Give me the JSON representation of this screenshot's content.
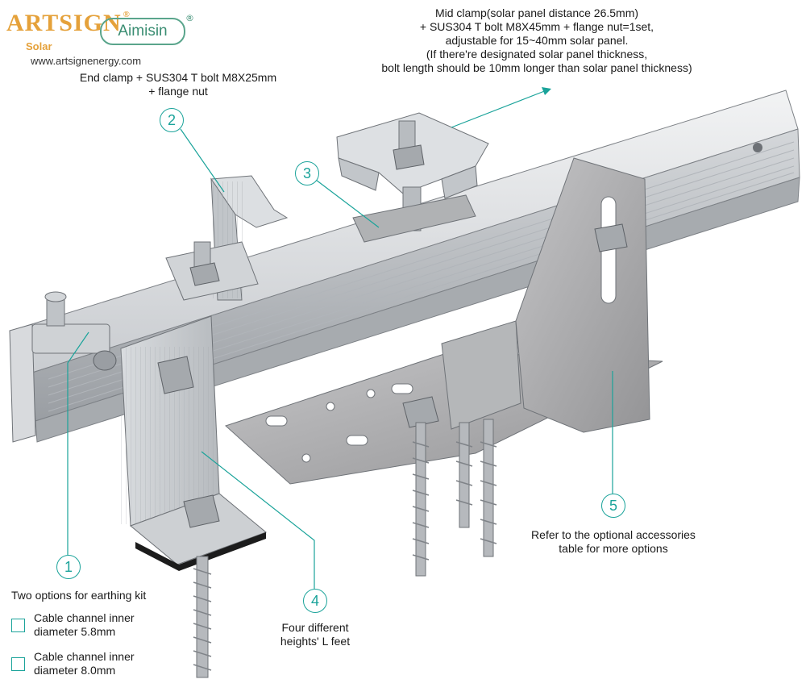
{
  "brand": {
    "artsign_logo": "ARTSIGN",
    "artsign_sub": "Solar",
    "aimisin_logo": "Aimisin",
    "registered_mark": "®",
    "website": "www.artsignenergy.com"
  },
  "callouts": {
    "c1": {
      "number": "1",
      "title": "Two options for earthing kit",
      "options": [
        {
          "line1": "Cable channel inner",
          "line2": "diameter 5.8mm"
        },
        {
          "line1": "Cable channel inner",
          "line2": "diameter 8.0mm"
        }
      ]
    },
    "c2": {
      "number": "2",
      "line1": "End clamp + SUS304 T bolt M8X25mm",
      "line2": "+ flange nut"
    },
    "c3": {
      "number": "3"
    },
    "c4": {
      "number": "4",
      "line1": "Four different",
      "line2": "heights' L feet"
    },
    "c5": {
      "number": "5",
      "line1": "Refer to the optional accessories",
      "line2": "table for more options"
    },
    "mid": {
      "line1": "Mid clamp(solar panel distance 26.5mm)",
      "line2": "+ SUS304 T bolt M8X45mm + flange nut=1set,",
      "line3": "adjustable for 15~40mm solar panel.",
      "line4": "(If there're designated solar panel thickness,",
      "line5": "bolt length should be 10mm longer than solar panel thickness)"
    }
  },
  "colors": {
    "accent": "#1aa39a",
    "aluminium_light": "#e4e6e8",
    "aluminium_mid": "#c3c6c9",
    "aluminium_dark": "#8e9296",
    "steel_plate": "#a9a9ab",
    "brand_orange": "#e5a13a",
    "brand_green": "#3a8d72"
  }
}
